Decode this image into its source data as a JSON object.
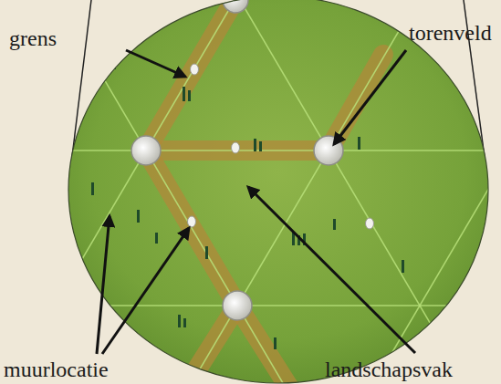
{
  "diagram": {
    "labels": [
      "grens",
      "torenveld",
      "muurlocatie",
      "landschapsvak"
    ]
  }
}
